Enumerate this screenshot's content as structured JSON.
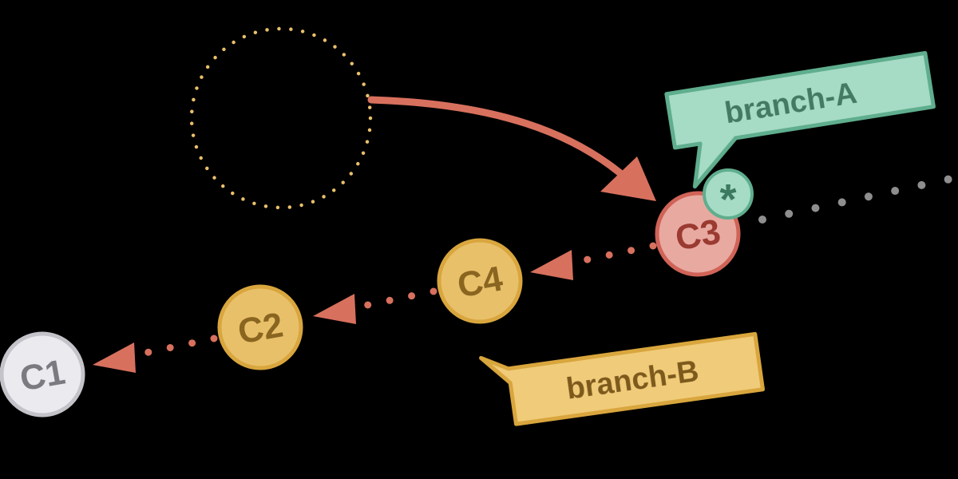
{
  "commits": [
    {
      "id": "c1",
      "label": "C1",
      "fill": "#ebeaee",
      "stroke": "#c4c3c9",
      "text": "#7b7a80"
    },
    {
      "id": "c2",
      "label": "C2",
      "fill": "#e9c06a",
      "stroke": "#d9a63e",
      "text": "#8a6520"
    },
    {
      "id": "c4",
      "label": "C4",
      "fill": "#e9c06a",
      "stroke": "#d9a63e",
      "text": "#8a6520"
    },
    {
      "id": "c3",
      "label": "C3",
      "fill": "#e8a9a1",
      "stroke": "#d06357",
      "text": "#9a3a30"
    }
  ],
  "branches": [
    {
      "id": "branch-a",
      "label": "branch-A",
      "fill": "#a6dbc6",
      "stroke": "#5fae8e",
      "text": "#427a63",
      "points_to": "C3"
    },
    {
      "id": "branch-b",
      "label": "branch-B",
      "fill": "#f0cb79",
      "stroke": "#d9a63e",
      "text": "#7d5a1c",
      "points_to": "C4"
    }
  ],
  "head": {
    "label": "*",
    "fill": "#a6dbc6",
    "stroke": "#5fae8e",
    "text": "#3c7a60",
    "on": "C3"
  },
  "colors": {
    "background": "#000000",
    "parent_link": "#d8705e",
    "move_arrow": "#d8705e",
    "future_link": "#8e8e8e",
    "ghost_commit": "#e9c06a"
  }
}
